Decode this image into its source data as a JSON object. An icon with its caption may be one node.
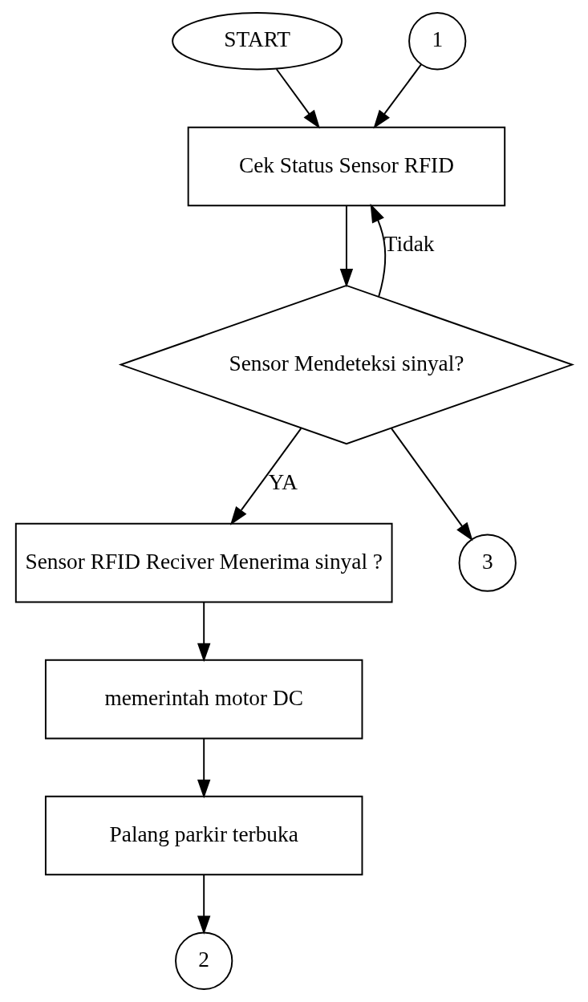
{
  "diagram": {
    "nodes": [
      {
        "text": [
          "START"
        ]
      },
      {
        "text": [
          "1"
        ]
      },
      {
        "text": [
          "Cek Status Sensor RFID"
        ]
      },
      {
        "text": [
          "Sensor Mendeteksi sinyal?"
        ]
      },
      {
        "text": [
          "Sensor RFID Reciver Menerima sinyal ?"
        ]
      },
      {
        "text": [
          "3"
        ]
      },
      {
        "text": [
          "memerintah motor DC"
        ]
      },
      {
        "text": [
          "Palang parkir terbuka"
        ]
      },
      {
        "text": [
          "2"
        ]
      }
    ],
    "edges": [
      {
        "from": 0,
        "to": 2,
        "arrow": "to"
      },
      {
        "from": 1,
        "to": 2,
        "arrow": "to"
      },
      {
        "from": 2,
        "to": 3,
        "arrow": "to"
      },
      {
        "from": 3,
        "to": 2,
        "arrow": "to",
        "label": "Tidak"
      },
      {
        "from": 3,
        "to": 4,
        "arrow": "to",
        "label": "YA"
      },
      {
        "from": 3,
        "to": 5,
        "arrow": "to"
      },
      {
        "from": 4,
        "to": 6,
        "arrow": "to"
      },
      {
        "from": 6,
        "to": 7,
        "arrow": "to"
      },
      {
        "from": 7,
        "to": 8,
        "arrow": "to"
      }
    ]
  }
}
